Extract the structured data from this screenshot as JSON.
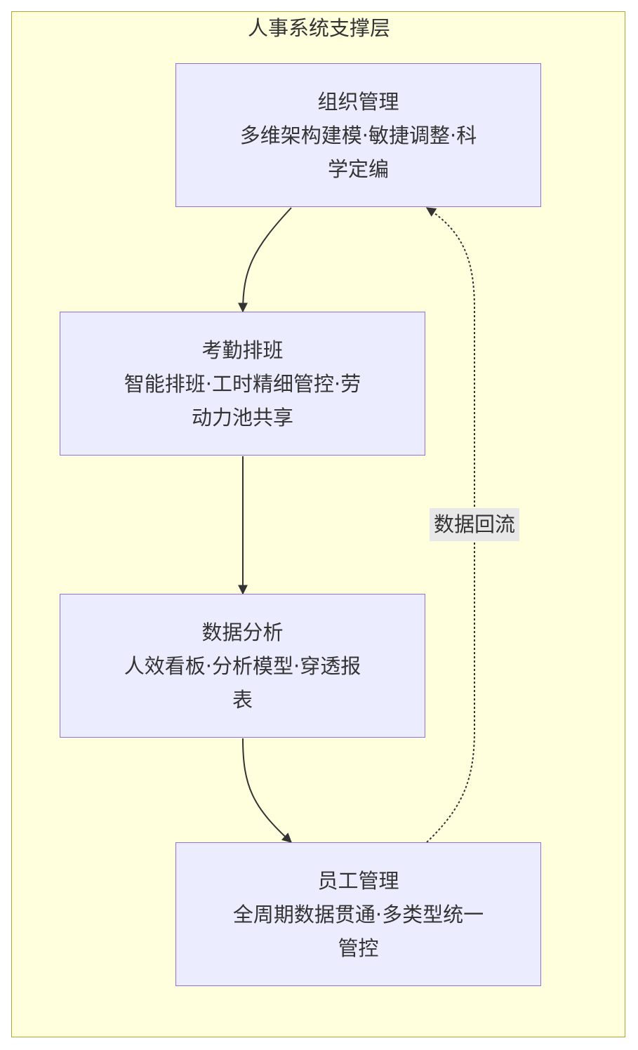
{
  "cluster": {
    "title": "人事系统支撑层"
  },
  "nodes": {
    "org": {
      "title": "组织管理",
      "line1": "多维架构建模·敏捷调整·科",
      "line2": "学定编"
    },
    "attendance": {
      "title": "考勤排班",
      "line1": "智能排班·工时精细管控·劳",
      "line2": "动力池共享"
    },
    "analytics": {
      "title": "数据分析",
      "line1": "人效看板·分析模型·穿透报",
      "line2": "表"
    },
    "employee": {
      "title": "员工管理",
      "line1": "全周期数据贯通·多类型统一",
      "line2": "管控"
    }
  },
  "edges": {
    "feedback_label": "数据回流"
  },
  "colors": {
    "cluster_fill": "#ffffde",
    "cluster_stroke": "#aaaa33",
    "node_fill": "#ececff",
    "node_stroke": "#9370db",
    "edge": "#333333",
    "label_bg": "#e8e8e8"
  }
}
